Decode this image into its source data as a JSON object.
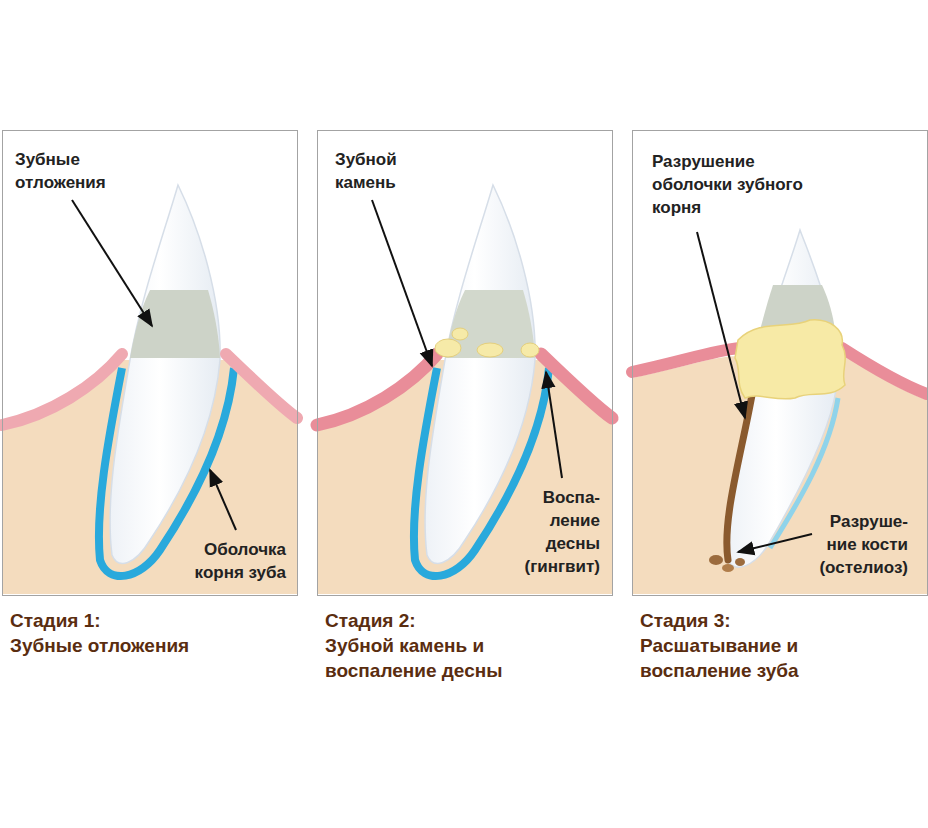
{
  "diagram": {
    "nodes": [
      {
        "text": [
          "Стадия 1: Зубные отложения"
        ]
      },
      {
        "text": [
          "Стадия 2: Зубной камень и воспаление десны"
        ]
      },
      {
        "text": [
          "Стадия 3: Расшатывание и воспаление зуба"
        ]
      }
    ],
    "labels": [
      "Зубные отложения",
      "Оболочка корня зуба",
      "Зубной камень",
      "Воспа- ление десны (гингвит)",
      "Разрушение оболочки зубного корня",
      "Разруше- ние кости (остелиоз)"
    ]
  }
}
